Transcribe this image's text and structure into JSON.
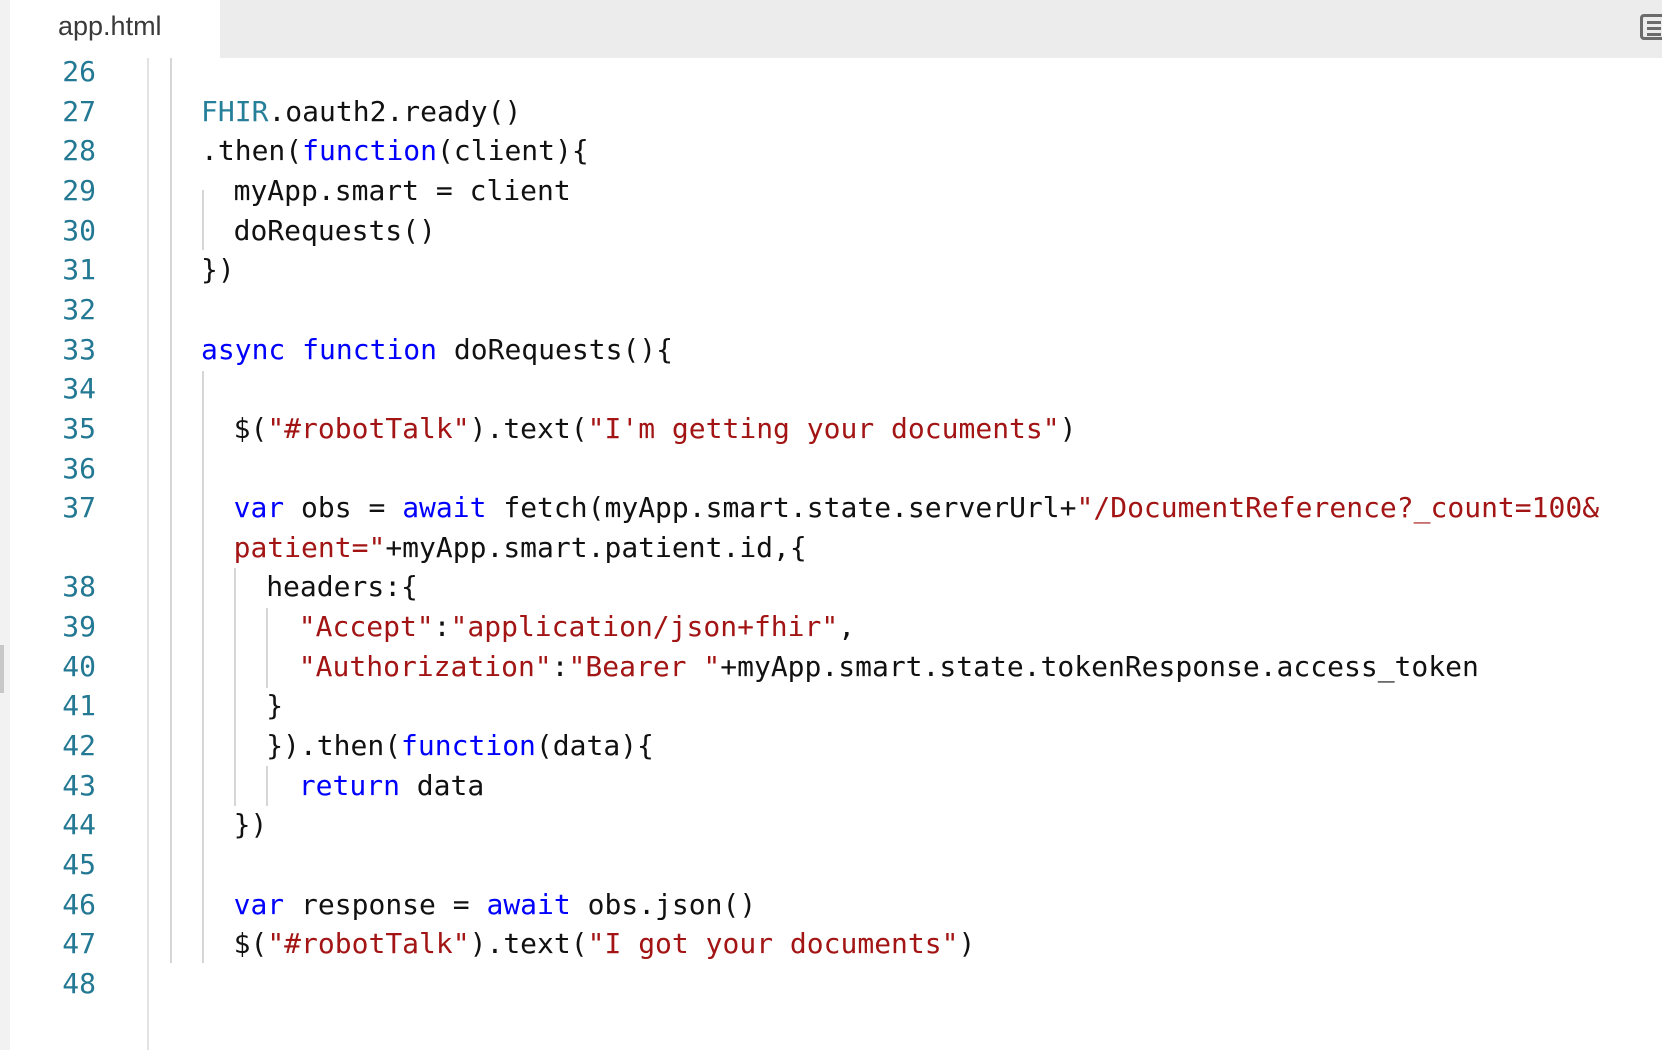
{
  "tab": {
    "title": "app.html"
  },
  "toolbar": {
    "panel_icon": "panel-toggle-icon"
  },
  "colors": {
    "keyword": "#0000ff",
    "string": "#a31515",
    "type": "#267f99",
    "plain": "#111111",
    "line_number": "#237893"
  },
  "lines": [
    {
      "num": "26",
      "indent": 0,
      "tokens": []
    },
    {
      "num": "27",
      "indent": 0,
      "tokens": [
        {
          "t": "FHIR",
          "c": "type"
        },
        {
          "t": ".oauth2.ready()",
          "c": "plain"
        }
      ]
    },
    {
      "num": "28",
      "indent": 0,
      "tokens": [
        {
          "t": ".then(",
          "c": "plain"
        },
        {
          "t": "function",
          "c": "kw"
        },
        {
          "t": "(client){",
          "c": "plain"
        }
      ]
    },
    {
      "num": "29",
      "indent": 1,
      "tokens": [
        {
          "t": "myApp.smart = client",
          "c": "plain"
        }
      ]
    },
    {
      "num": "30",
      "indent": 1,
      "tokens": [
        {
          "t": "doRequests()",
          "c": "plain"
        }
      ]
    },
    {
      "num": "31",
      "indent": 0,
      "tokens": [
        {
          "t": "})",
          "c": "plain"
        }
      ]
    },
    {
      "num": "32",
      "indent": 0,
      "tokens": []
    },
    {
      "num": "33",
      "indent": 0,
      "tokens": [
        {
          "t": "async",
          "c": "kw"
        },
        {
          "t": " ",
          "c": "plain"
        },
        {
          "t": "function",
          "c": "kw"
        },
        {
          "t": " doRequests(){",
          "c": "plain"
        }
      ]
    },
    {
      "num": "34",
      "indent": 1,
      "tokens": []
    },
    {
      "num": "35",
      "indent": 1,
      "tokens": [
        {
          "t": "$(",
          "c": "plain"
        },
        {
          "t": "\"#robotTalk\"",
          "c": "str"
        },
        {
          "t": ").text(",
          "c": "plain"
        },
        {
          "t": "\"I'm getting your documents\"",
          "c": "str"
        },
        {
          "t": ")",
          "c": "plain"
        }
      ]
    },
    {
      "num": "36",
      "indent": 1,
      "tokens": []
    },
    {
      "num": "37",
      "indent": 1,
      "tokens": [
        {
          "t": "var",
          "c": "kw"
        },
        {
          "t": " obs = ",
          "c": "plain"
        },
        {
          "t": "await",
          "c": "kw"
        },
        {
          "t": " fetch(myApp.smart.state.serverUrl+",
          "c": "plain"
        },
        {
          "t": "\"/DocumentReference?_count=100&",
          "c": "str"
        }
      ]
    },
    {
      "num": "",
      "indent": 1,
      "tokens": [
        {
          "t": "patient=\"",
          "c": "str"
        },
        {
          "t": "+myApp.smart.patient.id,{",
          "c": "plain"
        }
      ]
    },
    {
      "num": "38",
      "indent": 2,
      "tokens": [
        {
          "t": "headers:{",
          "c": "plain"
        }
      ]
    },
    {
      "num": "39",
      "indent": 3,
      "tokens": [
        {
          "t": "\"Accept\"",
          "c": "str"
        },
        {
          "t": ":",
          "c": "plain"
        },
        {
          "t": "\"application/json+fhir\"",
          "c": "str"
        },
        {
          "t": ",",
          "c": "plain"
        }
      ]
    },
    {
      "num": "40",
      "indent": 3,
      "tokens": [
        {
          "t": "\"Authorization\"",
          "c": "str"
        },
        {
          "t": ":",
          "c": "plain"
        },
        {
          "t": "\"Bearer \"",
          "c": "str"
        },
        {
          "t": "+myApp.smart.state.tokenResponse.access_token",
          "c": "plain"
        }
      ]
    },
    {
      "num": "41",
      "indent": 2,
      "tokens": [
        {
          "t": "}",
          "c": "plain"
        }
      ]
    },
    {
      "num": "42",
      "indent": 2,
      "tokens": [
        {
          "t": "}).then(",
          "c": "plain"
        },
        {
          "t": "function",
          "c": "kw"
        },
        {
          "t": "(data){",
          "c": "plain"
        }
      ]
    },
    {
      "num": "43",
      "indent": 3,
      "tokens": [
        {
          "t": "return",
          "c": "kw"
        },
        {
          "t": " data",
          "c": "plain"
        }
      ]
    },
    {
      "num": "44",
      "indent": 1,
      "tokens": [
        {
          "t": "})",
          "c": "plain"
        }
      ]
    },
    {
      "num": "45",
      "indent": 1,
      "tokens": []
    },
    {
      "num": "46",
      "indent": 1,
      "tokens": [
        {
          "t": "var",
          "c": "kw"
        },
        {
          "t": " response = ",
          "c": "plain"
        },
        {
          "t": "await",
          "c": "kw"
        },
        {
          "t": " obs.json()",
          "c": "plain"
        }
      ]
    },
    {
      "num": "47",
      "indent": 1,
      "tokens": [
        {
          "t": "$(",
          "c": "plain"
        },
        {
          "t": "\"#robotTalk\"",
          "c": "str"
        },
        {
          "t": ").text(",
          "c": "plain"
        },
        {
          "t": "\"I got your documents\"",
          "c": "str"
        },
        {
          "t": ")",
          "c": "plain"
        }
      ]
    },
    {
      "num": "48",
      "indent": 0,
      "tokens": []
    }
  ]
}
